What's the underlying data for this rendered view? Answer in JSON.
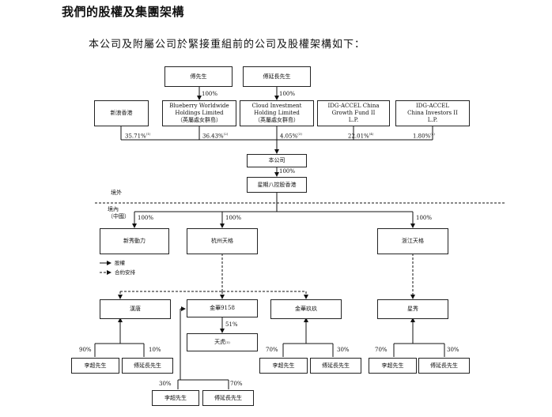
{
  "heading": "我們的股權及集團架構",
  "intro": "本公司及附屬公司於緊接重組前的公司及股權架構如下：",
  "boxes": {
    "fu": "傅先生",
    "fu_yanchang": "傅延長先生",
    "xinlang": "新浪香港",
    "blueberry": "Blueberry Worldwide\nHoldings Limited\n（英屬處女群島）",
    "cloud": "Cloud Investment\nHolding Limited\n（英屬處女群島）",
    "idg_growth": "IDG-ACCEL China\nGrowth Fund II\nL.P.",
    "idg_investors": "IDG-ACCEL\nChina Investors II\nL.P.",
    "company": "本公司",
    "xingqi_hk": "星期八控股香港",
    "xinxiu": "新秀動力",
    "hangzhou": "杭州天格",
    "zhejiang": "浙江天格",
    "hantang": "漢唐",
    "jinhua9158": "金華9158",
    "jinhua_jiujiu": "金華玖玖",
    "xingxiu": "星秀",
    "tianhu": "天虎",
    "li1": "李超先生",
    "fu1": "傅延長先生",
    "li2": "李超先生",
    "fu2": "傅延長先生",
    "li3": "李超先生",
    "fu3": "傅延長先生",
    "li4": "李超先生",
    "fu4": "傅延長先生"
  },
  "percent_labels": {
    "fu_to_blueberry": "100%",
    "fu_yanchang_to_cloud": "100%",
    "xinlang": "35.71%",
    "blueberry": "36.43%",
    "cloud": "4.05%",
    "idg_growth": "22.01%",
    "idg_investors": "1.80%",
    "company_to_hk": "100%",
    "hk_to_xinxiu": "100%",
    "hk_to_hangzhou": "100%",
    "hk_to_zhejiang": "100%",
    "jinhua_to_tianhu": "51%",
    "li_hantang": "90%",
    "fu_hantang": "10%",
    "li_jiujiu": "70%",
    "fu_jiujiu": "30%",
    "li_xingxiu": "70%",
    "fu_xingxiu": "30%",
    "li_jinhua": "30%",
    "fu_jinhua": "70%"
  },
  "footnote_marks": {
    "xinlang": "(1)",
    "blueberry": "(2)",
    "cloud": "(3)",
    "idg_growth": "(4)",
    "idg_investors": "(4)",
    "tianhu": "(5)"
  },
  "boundary": {
    "offshore": "境外",
    "onshore": "境內\n（中國）"
  },
  "legend": {
    "equity": "股權",
    "contractual": "合約安排"
  }
}
